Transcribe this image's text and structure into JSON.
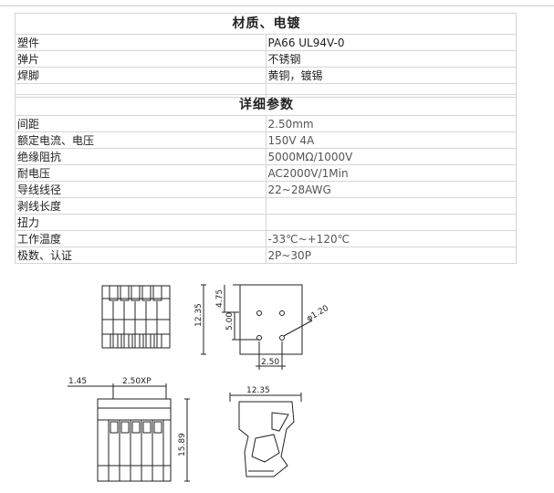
{
  "materials": {
    "title": "材质、电镀",
    "rows": [
      {
        "key": "塑件",
        "value": "PA66 UL94V-0"
      },
      {
        "key": "弹片",
        "value": "不锈钢"
      },
      {
        "key": "焊脚",
        "value": "黄铜，镀锡"
      }
    ]
  },
  "params": {
    "title": "详细参数",
    "rows": [
      {
        "key": "间距",
        "value": "2.50mm"
      },
      {
        "key": "额定电流、电压",
        "value": "150V  4A"
      },
      {
        "key": "绝缘阻抗",
        "value": "5000MΩ/1000V"
      },
      {
        "key": "耐电压",
        "value": "AC2000V/1Min"
      },
      {
        "key": "导线线径",
        "value": "22~28AWG"
      },
      {
        "key": "剥线长度",
        "value": ""
      },
      {
        "key": "扭力",
        "value": ""
      },
      {
        "key": "工作温度",
        "value": "-33℃~+120℃"
      },
      {
        "key": "极数、认证",
        "value": "2P~30P"
      }
    ]
  },
  "drawing": {
    "dims": {
      "height_front": "12.35",
      "top_offset": "4.75",
      "hole_spacing_v": "5.00",
      "hole_dia": "φ1.20",
      "hole_spacing_h": "2.50",
      "edge": "1.45",
      "pitch": "2.50XP",
      "height_side": "15.89",
      "depth": "12.35"
    }
  }
}
